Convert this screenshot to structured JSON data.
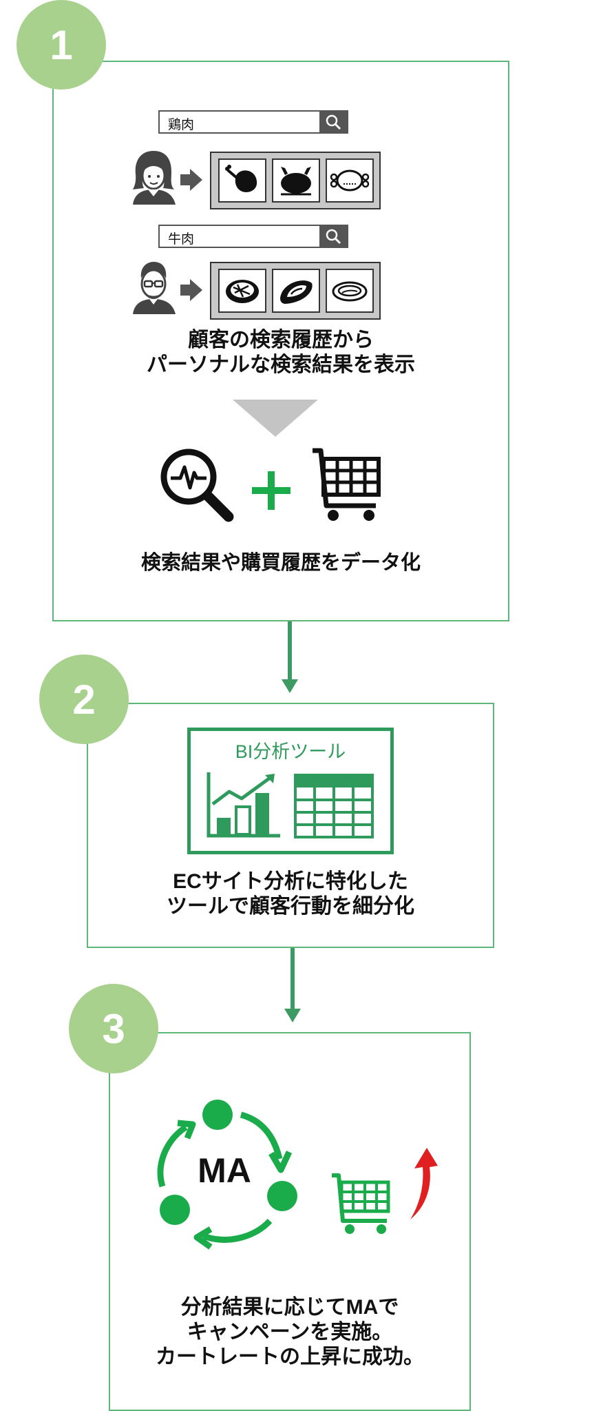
{
  "steps": [
    {
      "number": "1",
      "search_1": "鶏肉",
      "search_2": "牛肉",
      "caption_lines": [
        "顧客の検索履歴から",
        "パーソナルな検索結果を表示"
      ],
      "caption_bottom": "検索結果や購買履歴をデータ化"
    },
    {
      "number": "2",
      "panel_title": "BI分析ツール",
      "caption_lines": [
        "ECサイト分析に特化した",
        "ツールで顧客行動を細分化"
      ]
    },
    {
      "number": "3",
      "cycle_label": "MA",
      "caption_lines": [
        "分析結果に応じてMAで",
        "キャンペーンを実施。",
        "カートレートの上昇に成功。"
      ]
    }
  ],
  "icons": [
    "woman-avatar-icon",
    "man-avatar-icon",
    "arrow-right-icon",
    "search-icon",
    "chicken-leg-icon",
    "roast-chicken-icon",
    "chicken-wing-icon",
    "steak-icon",
    "sliced-meat-icon",
    "meat-cut-icon",
    "analytics-magnifier-icon",
    "plus-icon",
    "shopping-cart-icon",
    "bar-line-chart-icon",
    "table-grid-icon",
    "ma-cycle-icon",
    "red-up-arrow-icon"
  ],
  "colors": {
    "box_border": "#5bb879",
    "badge": "#a9d18e",
    "connector": "#3c9a62",
    "accent_green": "#1aab4a",
    "bi_green": "#2e9a5b",
    "triangle": "#c4c4c4",
    "up_arrow": "#e02020"
  }
}
